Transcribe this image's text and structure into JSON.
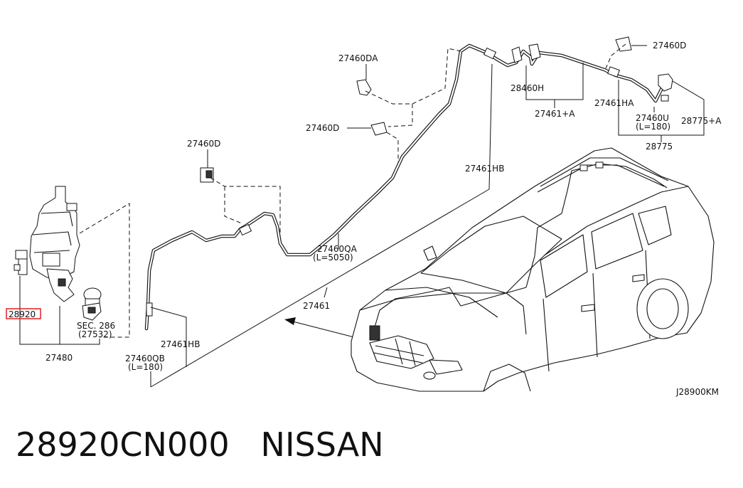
{
  "diagram": {
    "highlight_color": "#e02020",
    "labels": {
      "p28920": "28920",
      "p27480": "27480",
      "sec286": "SEC. 286",
      "p27532": "(27532)",
      "p27460D_left": "27460D",
      "p27460DA": "27460DA",
      "p27460D_mid": "27460D",
      "p27460D_right": "27460D",
      "p28460H": "28460H",
      "p27461A": "27461+A",
      "p27461HA": "27461HA",
      "p27460U": "27460U",
      "p27460U_len": "(L=180)",
      "p28775A": "28775+A",
      "p28775": "28775",
      "p27461HB_top": "27461HB",
      "p27460QA": "27460QA",
      "p27460QA_len": "(L=5050)",
      "p27461": "27461",
      "p27461HB_bot": "27461HB",
      "p27460QB": "27460QB",
      "p27460QB_len": "(L=180)",
      "code": "J28900KM"
    }
  },
  "footer": {
    "part_number": "28920CN000",
    "brand": "NISSAN"
  }
}
